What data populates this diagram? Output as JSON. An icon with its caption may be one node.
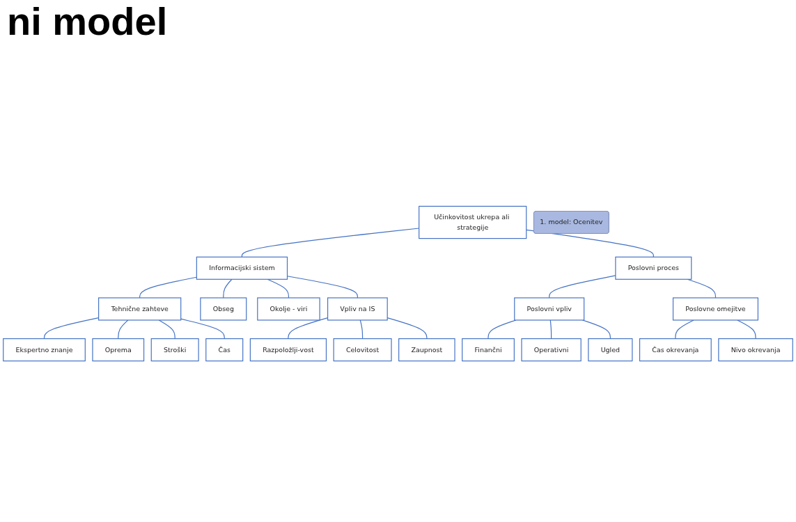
{
  "diagram": {
    "title": "ni model",
    "nodes": [
      {
        "text": [
          "Učinkovitost ukrepa ali strategije"
        ]
      },
      {
        "text": [
          "Informacijski sistem"
        ]
      },
      {
        "text": [
          "Poslovni proces"
        ]
      },
      {
        "text": [
          "Tehnične zahteve"
        ]
      },
      {
        "text": [
          "Obseg"
        ]
      },
      {
        "text": [
          "Okolje - viri"
        ]
      },
      {
        "text": [
          "Vpliv na IS"
        ]
      },
      {
        "text": [
          "Poslovni vpliv"
        ]
      },
      {
        "text": [
          "Poslovne omejitve"
        ]
      },
      {
        "text": [
          "Ekspertno znanje"
        ]
      },
      {
        "text": [
          "Oprema"
        ]
      },
      {
        "text": [
          "Stroški"
        ]
      },
      {
        "text": [
          "Čas"
        ]
      },
      {
        "text": [
          "Razpoložlji-vost"
        ]
      },
      {
        "text": [
          "Celovitost"
        ]
      },
      {
        "text": [
          "Zaupnost"
        ]
      },
      {
        "text": [
          "Finančni"
        ]
      },
      {
        "text": [
          "Operativni"
        ]
      },
      {
        "text": [
          "Ugled"
        ]
      },
      {
        "text": [
          "Čas okrevanja"
        ]
      },
      {
        "text": [
          "Nivo okrevanja"
        ]
      },
      {
        "text": [
          "1. model: Ocenitev"
        ]
      }
    ],
    "edges": [
      {
        "from": 0,
        "to": 1,
        "arrow": "none"
      },
      {
        "from": 0,
        "to": 2,
        "arrow": "none"
      },
      {
        "from": 1,
        "to": 3,
        "arrow": "none"
      },
      {
        "from": 1,
        "to": 4,
        "arrow": "none"
      },
      {
        "from": 1,
        "to": 5,
        "arrow": "none"
      },
      {
        "from": 1,
        "to": 6,
        "arrow": "none"
      },
      {
        "from": 2,
        "to": 7,
        "arrow": "none"
      },
      {
        "from": 2,
        "to": 8,
        "arrow": "none"
      },
      {
        "from": 3,
        "to": 9,
        "arrow": "none"
      },
      {
        "from": 3,
        "to": 10,
        "arrow": "none"
      },
      {
        "from": 3,
        "to": 11,
        "arrow": "none"
      },
      {
        "from": 3,
        "to": 12,
        "arrow": "none"
      },
      {
        "from": 6,
        "to": 13,
        "arrow": "none"
      },
      {
        "from": 6,
        "to": 14,
        "arrow": "none"
      },
      {
        "from": 6,
        "to": 15,
        "arrow": "none"
      },
      {
        "from": 7,
        "to": 16,
        "arrow": "none"
      },
      {
        "from": 7,
        "to": 17,
        "arrow": "none"
      },
      {
        "from": 7,
        "to": 18,
        "arrow": "none"
      },
      {
        "from": 8,
        "to": 19,
        "arrow": "none"
      },
      {
        "from": 8,
        "to": 20,
        "arrow": "none"
      }
    ]
  }
}
